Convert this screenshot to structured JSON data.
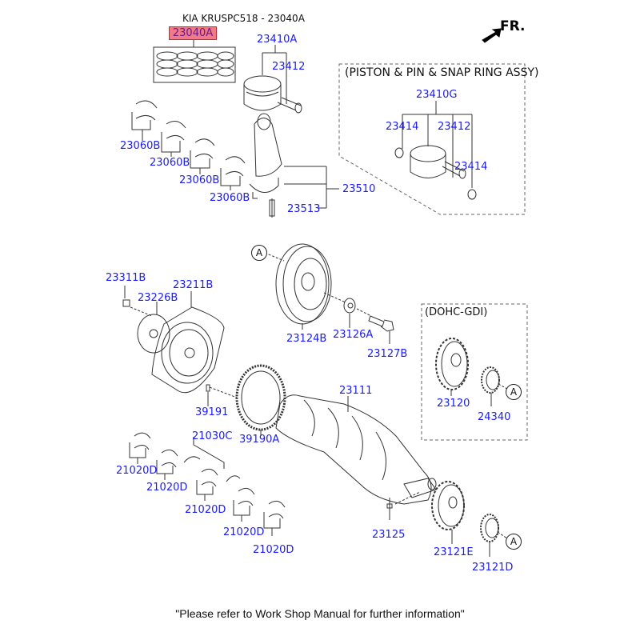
{
  "header": {
    "title": "KIA KRUSPC518 - 23040A",
    "highlighted_part": "23040A",
    "direction_label": "FR."
  },
  "groups": {
    "piston_assy": "(PISTON & PIN & SNAP RING ASSY)",
    "dohc": "(DOHC-GDI)"
  },
  "ref_marker": "A",
  "part_labels": [
    {
      "id": "23410A",
      "text": "23410A"
    },
    {
      "id": "23412a",
      "text": "23412"
    },
    {
      "id": "23410G",
      "text": "23410G"
    },
    {
      "id": "23414a",
      "text": "23414"
    },
    {
      "id": "23412b",
      "text": "23412"
    },
    {
      "id": "23414b",
      "text": "23414"
    },
    {
      "id": "23060B1",
      "text": "23060B"
    },
    {
      "id": "23060B2",
      "text": "23060B"
    },
    {
      "id": "23060B3",
      "text": "23060B"
    },
    {
      "id": "23060B4",
      "text": "23060B"
    },
    {
      "id": "23510",
      "text": "23510"
    },
    {
      "id": "23513",
      "text": "23513"
    },
    {
      "id": "23311B",
      "text": "23311B"
    },
    {
      "id": "23211B",
      "text": "23211B"
    },
    {
      "id": "23226B",
      "text": "23226B"
    },
    {
      "id": "23124B",
      "text": "23124B"
    },
    {
      "id": "23126A",
      "text": "23126A"
    },
    {
      "id": "23127B",
      "text": "23127B"
    },
    {
      "id": "23120",
      "text": "23120"
    },
    {
      "id": "24340",
      "text": "24340"
    },
    {
      "id": "23111",
      "text": "23111"
    },
    {
      "id": "39191",
      "text": "39191"
    },
    {
      "id": "39190A",
      "text": "39190A"
    },
    {
      "id": "21030C",
      "text": "21030C"
    },
    {
      "id": "21020D1",
      "text": "21020D"
    },
    {
      "id": "21020D2",
      "text": "21020D"
    },
    {
      "id": "21020D3",
      "text": "21020D"
    },
    {
      "id": "21020D4",
      "text": "21020D"
    },
    {
      "id": "21020D5",
      "text": "21020D"
    },
    {
      "id": "23125",
      "text": "23125"
    },
    {
      "id": "23121E",
      "text": "23121E"
    },
    {
      "id": "23121D",
      "text": "23121D"
    }
  ],
  "footer_note": "\"Please refer to Work Shop Manual for further information\"",
  "colors": {
    "label": "#1a1aff",
    "highlight_fill": "#f27a86",
    "highlight_border": "#e0202f"
  }
}
